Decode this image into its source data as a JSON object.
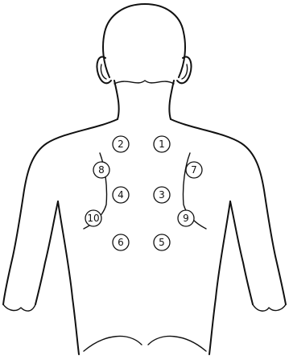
{
  "points": [
    {
      "label": "1"
    },
    {
      "label": "2"
    },
    {
      "label": "3"
    },
    {
      "label": "4"
    },
    {
      "label": "5"
    },
    {
      "label": "6"
    },
    {
      "label": "7"
    },
    {
      "label": "8"
    },
    {
      "label": "9"
    },
    {
      "label": "10"
    }
  ]
}
